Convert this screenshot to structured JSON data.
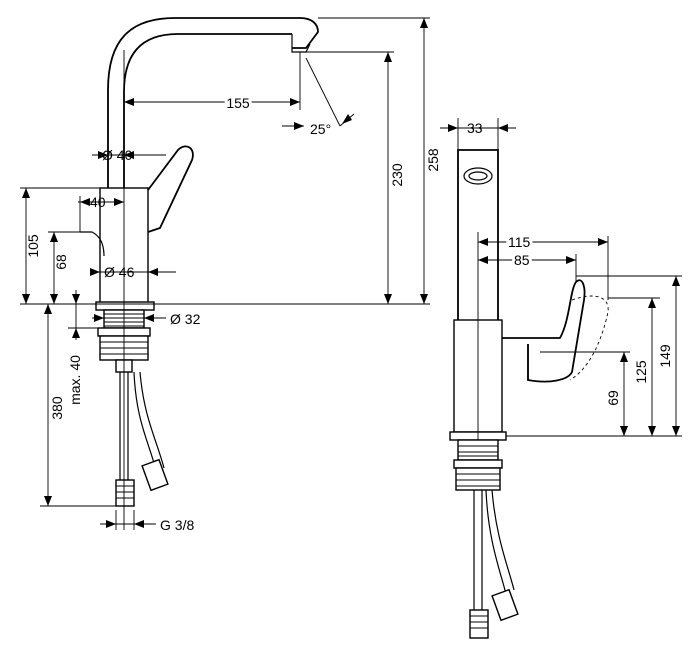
{
  "drawing": {
    "side_view": {
      "spout_reach": "155",
      "spout_angle": "25°",
      "spout_diameter": "Ø 40",
      "body_offset": "40",
      "height_230": "230",
      "height_258": "258",
      "height_105": "105",
      "height_68": "68",
      "base_diameter": "Ø 46",
      "shank_diameter": "Ø 32",
      "max_thickness": "max. 40",
      "hose_length": "380",
      "connection": "G 3/8"
    },
    "front_view": {
      "width_33": "33",
      "lever_115": "115",
      "lever_85": "85",
      "height_69": "69",
      "height_125": "125",
      "height_149": "149"
    }
  }
}
